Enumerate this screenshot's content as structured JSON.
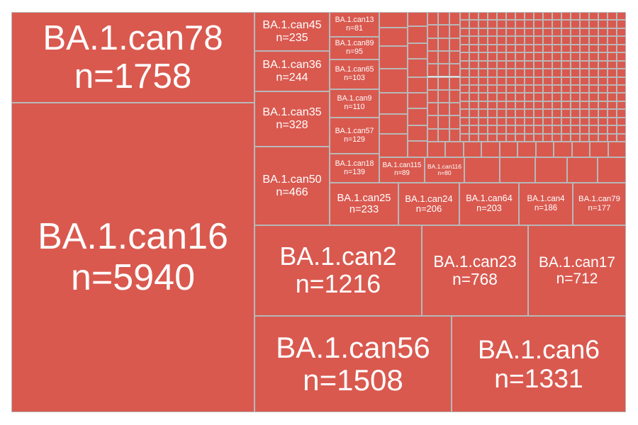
{
  "chart_data": {
    "type": "treemap",
    "colors": {
      "tile": "#d9594f",
      "border": "#b8b8b8",
      "text": "#ffffff",
      "background": "#ffffff"
    },
    "labeled_items": [
      {
        "name": "BA.1.can16",
        "n": 5940
      },
      {
        "name": "BA.1.can78",
        "n": 1758
      },
      {
        "name": "BA.1.can56",
        "n": 1508
      },
      {
        "name": "BA.1.can6",
        "n": 1331
      },
      {
        "name": "BA.1.can2",
        "n": 1216
      },
      {
        "name": "BA.1.can23",
        "n": 768
      },
      {
        "name": "BA.1.can17",
        "n": 712
      },
      {
        "name": "BA.1.can50",
        "n": 466
      },
      {
        "name": "BA.1.can35",
        "n": 328
      },
      {
        "name": "BA.1.can36",
        "n": 244
      },
      {
        "name": "BA.1.can45",
        "n": 235
      },
      {
        "name": "BA.1.can25",
        "n": 233
      },
      {
        "name": "BA.1.can24",
        "n": 206
      },
      {
        "name": "BA.1.can64",
        "n": 203
      },
      {
        "name": "BA.1.can4",
        "n": 186
      },
      {
        "name": "BA.1.can79",
        "n": 177
      },
      {
        "name": "BA.1.can18",
        "n": 139
      },
      {
        "name": "BA.1.can57",
        "n": 129
      },
      {
        "name": "BA.1.can9",
        "n": 110
      },
      {
        "name": "BA.1.can65",
        "n": 103
      },
      {
        "name": "BA.1.can115",
        "n": 89
      },
      {
        "name": "BA.1.can116",
        "n": 80
      },
      {
        "name": "BA.1.can13",
        "n": 81
      },
      {
        "name": "BA.1.can89",
        "n": 95
      }
    ],
    "unlabeled_small_tiles": "many small unlabeled tiles in the top-right corner"
  }
}
